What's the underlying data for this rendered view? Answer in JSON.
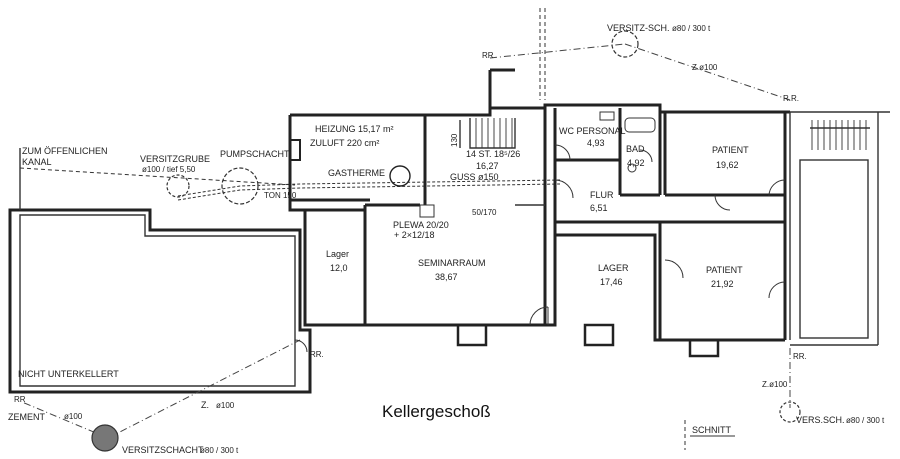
{
  "plan": {
    "title": "Kellergeschoß",
    "rooms": {
      "heizung": "HEIZUNG 15,17 m²",
      "zuluft": "ZULUFT 220 cm²",
      "gastherme": "GASTHERME",
      "guss": "GUSS ø150",
      "plewa1": "PLEWA 20/20",
      "plewa2": "+ 2×12/18",
      "dim_50_170": "50/170",
      "dim_130": "130",
      "stairs_spec": "14 ST. 18⁵/26",
      "stairs_area": "16,27",
      "wc_name": "WC PERSONAL",
      "wc_area": "4,93",
      "bad_name": "BAD",
      "bad_area": "4,92",
      "flur_name": "FLUR",
      "flur_area": "6,51",
      "patient1_name": "PATIENT",
      "patient1_area": "19,62",
      "patient2_name": "PATIENT",
      "patient2_area": "21,92",
      "lager1_name": "Lager",
      "lager1_area": "12,0",
      "seminar_name": "SEMINARRAUM",
      "seminar_area": "38,67",
      "lager2_name": "LAGER",
      "lager2_area": "17,46"
    },
    "labels": {
      "zum_kanal_1": "ZUM ÖFFENLICHEN",
      "zum_kanal_2": "KANAL",
      "versitzgrube": "VERSITZGRUBE",
      "versitzgrube_spec": "ø100 / tief 5,50",
      "pumpschacht": "PUMPSCHACHT",
      "ton": "TON 150",
      "nicht_unterkellert": "NICHT UNTERKELLERT",
      "zement": "ZEMENT",
      "zement_dia": "ø100",
      "versitzschacht": "VERSITZSCHACHT",
      "versitzschacht_spec": "ø80 / 300 t",
      "versitz_top": "VERSITZ-SCH.",
      "versitz_top_spec": "ø80 / 300 t",
      "versitz_right": "VERS.SCH.",
      "versitz_right_spec": "ø80 / 300 t",
      "z_top": "Z.ø100",
      "z_right": "Z.ø100",
      "z_left": "Z.",
      "z_left_dia": "ø100",
      "rr_top": "RR",
      "rr_topright": "R.R.",
      "rr_mid": "RR.",
      "rr_bottom_left": "RR",
      "rr_right": "RR.",
      "schnitt": "SCHNITT"
    }
  }
}
